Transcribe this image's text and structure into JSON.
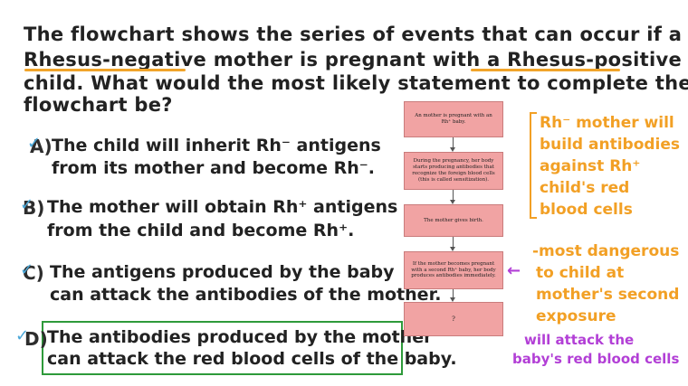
{
  "question": {
    "lines": [
      "The flowchart shows the series of events that can occur if a",
      "Rhesus-negative mother is pregnant with a Rhesus-positive",
      "child. What would the most likely statement to complete the",
      "flowchart be?"
    ]
  },
  "options": [
    {
      "letter": "A)",
      "mark": "✓",
      "lines": [
        "The child will inherit Rh⁻ antigens",
        "from its mother and become Rh⁻."
      ]
    },
    {
      "letter": "B)",
      "mark": "✓",
      "lines": [
        "The mother will obtain Rh⁺ antigens",
        "from the child and become Rh⁺."
      ]
    },
    {
      "letter": "C)",
      "mark": "✓",
      "lines": [
        "The antigens produced by the baby",
        "can attack the antibodies of the mother."
      ]
    },
    {
      "letter": "D)",
      "mark": "✓",
      "lines": [
        "The antibodies produced by the mother",
        "can attack the red blood cells of the baby."
      ]
    }
  ],
  "flowchart": {
    "boxes": [
      "An mother is pregnant with an Rh⁺ baby.",
      "During the pregnancy, her body starts producing antibodies that recognize the foreign blood cells (this is called sensitization).",
      "The mother gives birth.",
      "If the mother becomes pregnant with a second Rh⁺ baby, her body produces antibodies immediately.",
      "?"
    ]
  },
  "notes": {
    "orange_top": [
      "Rh⁻ mother will",
      "build antibodies",
      "against Rh⁺",
      "child's red",
      "blood cells"
    ],
    "orange_mid": [
      "-most dangerous",
      "to child at",
      "mother's second",
      "exposure"
    ],
    "purple": [
      "will attack the",
      "baby's red blood cells"
    ]
  },
  "colors": {
    "highlight": "#f1a42a",
    "answer_box": "#2e9a3a",
    "flow_box": "#f1a3a3",
    "note_orange": "#f2a025",
    "note_purple": "#b23fd6",
    "tick": "#4aa7d8"
  }
}
